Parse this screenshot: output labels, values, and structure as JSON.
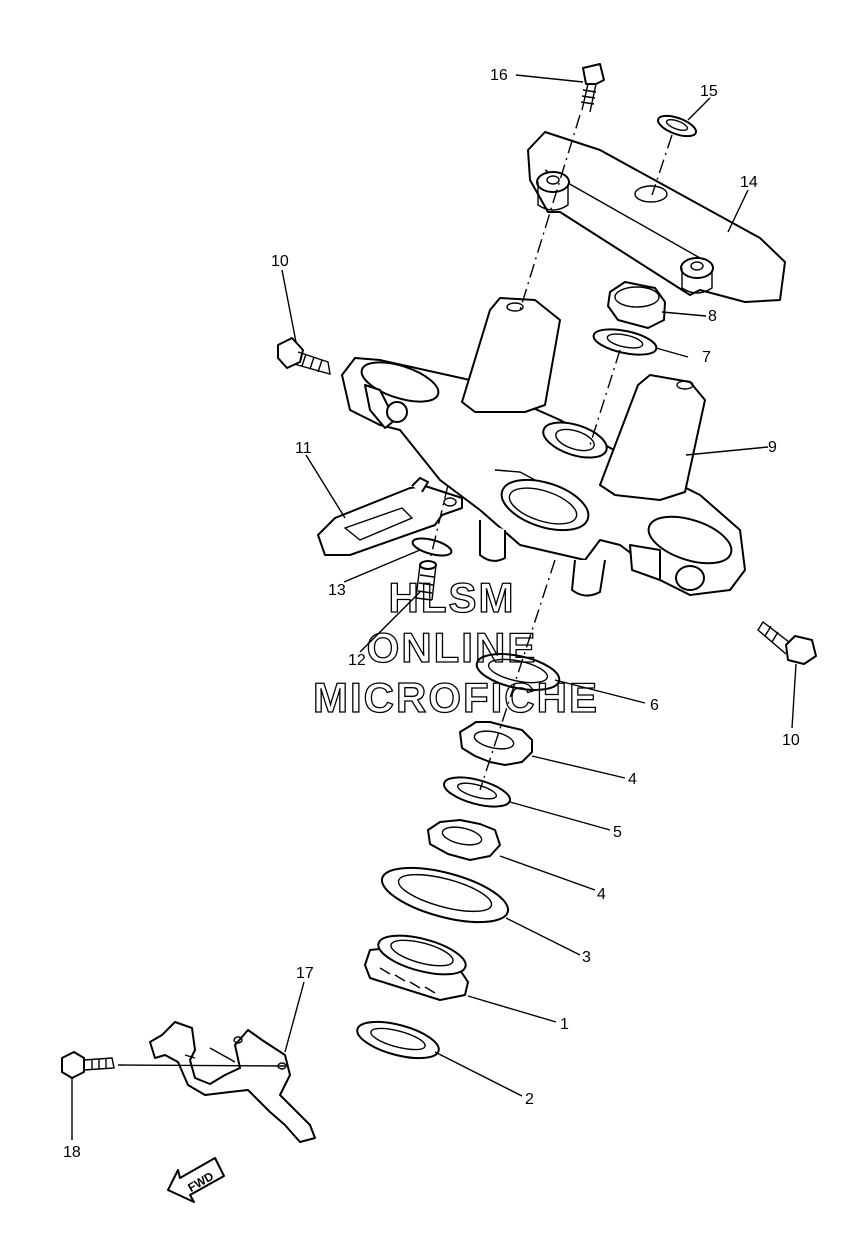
{
  "callouts": [
    {
      "id": "16",
      "label": "16"
    },
    {
      "id": "15",
      "label": "15"
    },
    {
      "id": "14",
      "label": "14"
    },
    {
      "id": "10a",
      "label": "10"
    },
    {
      "id": "8",
      "label": "8"
    },
    {
      "id": "7",
      "label": "7"
    },
    {
      "id": "9",
      "label": "9"
    },
    {
      "id": "11",
      "label": "11"
    },
    {
      "id": "13",
      "label": "13"
    },
    {
      "id": "12",
      "label": "12"
    },
    {
      "id": "10b",
      "label": "10"
    },
    {
      "id": "6",
      "label": "6"
    },
    {
      "id": "4a",
      "label": "4"
    },
    {
      "id": "5",
      "label": "5"
    },
    {
      "id": "4b",
      "label": "4"
    },
    {
      "id": "3",
      "label": "3"
    },
    {
      "id": "1",
      "label": "1"
    },
    {
      "id": "2",
      "label": "2"
    },
    {
      "id": "17",
      "label": "17"
    },
    {
      "id": "18",
      "label": "18"
    }
  ],
  "watermark": {
    "line1": "HLSM",
    "line2": "ONLINE",
    "line3": "MICROFICHE"
  },
  "fwd_label": "FWD"
}
